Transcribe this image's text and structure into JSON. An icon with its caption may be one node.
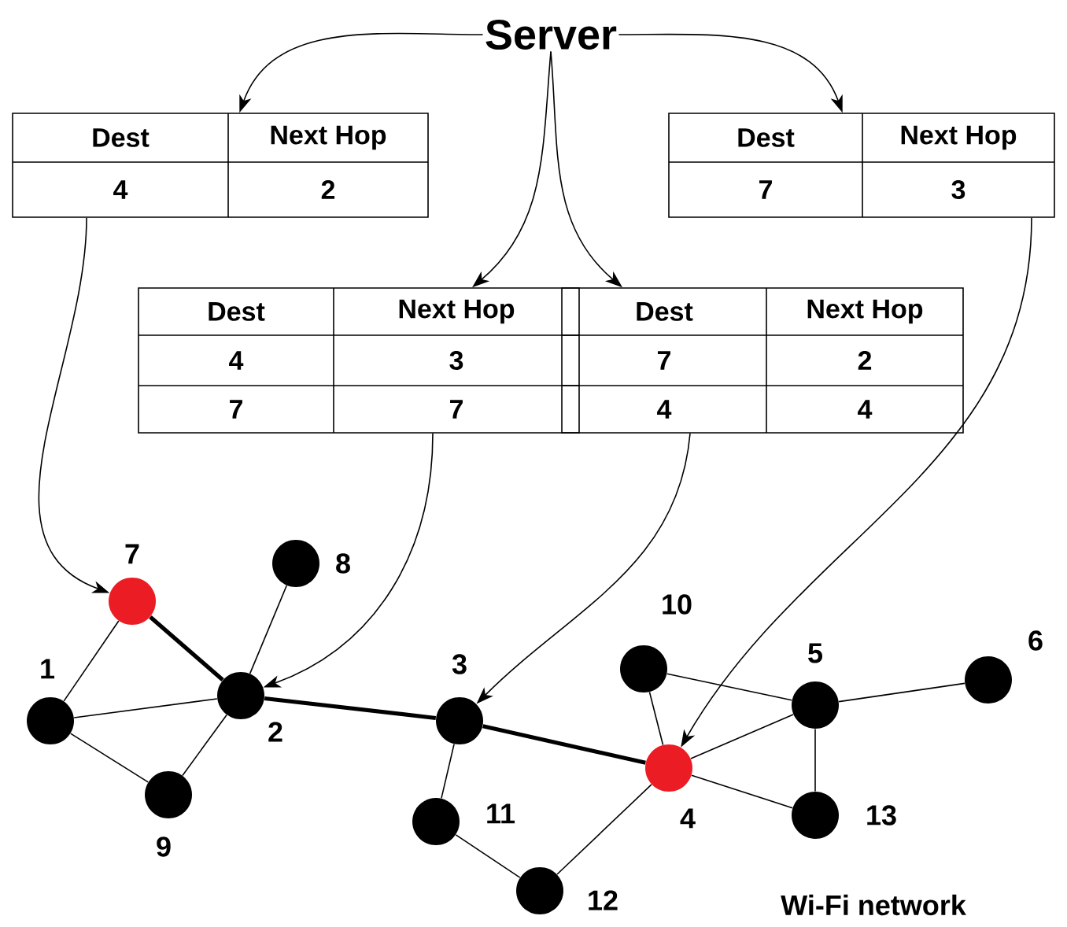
{
  "diagram": {
    "nodes": [
      {
        "text": [
          "Server"
        ]
      },
      {
        "text": [
          "Dest",
          "Next Hop",
          "4",
          "2"
        ]
      },
      {
        "text": [
          "Dest",
          "Next Hop",
          "4",
          "3",
          "7",
          "7"
        ]
      },
      {
        "text": [
          "Dest",
          "Next Hop",
          "7",
          "2",
          "4",
          "4"
        ]
      },
      {
        "text": [
          "Dest",
          "Next Hop",
          "7",
          "3"
        ]
      },
      {
        "text": [],
        "shape": "circle",
        "beside": [
          "7"
        ]
      },
      {
        "text": [],
        "shape": "circle",
        "beside": [
          "8"
        ]
      },
      {
        "text": [],
        "shape": "circle",
        "beside": [
          "1"
        ]
      },
      {
        "text": [],
        "shape": "circle",
        "beside": [
          "2"
        ]
      },
      {
        "text": [],
        "shape": "circle",
        "beside": [
          "9"
        ]
      },
      {
        "text": [],
        "shape": "circle",
        "beside": [
          "3"
        ]
      },
      {
        "text": [],
        "shape": "circle",
        "beside": [
          "11"
        ]
      },
      {
        "text": [],
        "shape": "circle",
        "beside": [
          "12"
        ]
      },
      {
        "text": [],
        "shape": "circle",
        "beside": [
          "10"
        ]
      },
      {
        "text": [],
        "shape": "circle",
        "beside": [
          "5"
        ]
      },
      {
        "text": [],
        "shape": "circle",
        "beside": [
          "6"
        ]
      },
      {
        "text": [],
        "shape": "circle",
        "beside": [
          "4"
        ]
      },
      {
        "text": [],
        "shape": "circle",
        "beside": [
          "13"
        ]
      }
    ],
    "edges": [
      {
        "from": 0,
        "to": 1,
        "arrow": "to"
      },
      {
        "from": 0,
        "to": 4,
        "arrow": "to"
      },
      {
        "from": 0,
        "to": 2,
        "arrow": "to"
      },
      {
        "from": 0,
        "to": 3,
        "arrow": "to"
      },
      {
        "from": 1,
        "to": 5,
        "arrow": "to"
      },
      {
        "from": 2,
        "to": 8,
        "arrow": "to"
      },
      {
        "from": 3,
        "to": 10,
        "arrow": "to"
      },
      {
        "from": 4,
        "to": 16,
        "arrow": "to"
      },
      {
        "from": 5,
        "to": 7,
        "arrow": "none"
      },
      {
        "from": 5,
        "to": 8,
        "arrow": "none",
        "style": "thick"
      },
      {
        "from": 7,
        "to": 8,
        "arrow": "none"
      },
      {
        "from": 7,
        "to": 9,
        "arrow": "none"
      },
      {
        "from": 9,
        "to": 8,
        "arrow": "none"
      },
      {
        "from": 6,
        "to": 8,
        "arrow": "none"
      },
      {
        "from": 8,
        "to": 10,
        "arrow": "none",
        "style": "thick"
      },
      {
        "from": 10,
        "to": 11,
        "arrow": "none"
      },
      {
        "from": 11,
        "to": 12,
        "arrow": "none"
      },
      {
        "from": 12,
        "to": 16,
        "arrow": "none"
      },
      {
        "from": 10,
        "to": 16,
        "arrow": "none",
        "style": "thick"
      },
      {
        "from": 13,
        "to": 16,
        "arrow": "none"
      },
      {
        "from": 13,
        "to": 14,
        "arrow": "none"
      },
      {
        "from": 14,
        "to": 16,
        "arrow": "none"
      },
      {
        "from": 14,
        "to": 15,
        "arrow": "none"
      },
      {
        "from": 14,
        "to": 17,
        "arrow": "none"
      },
      {
        "from": 16,
        "to": 17,
        "arrow": "none"
      }
    ],
    "labels": [
      "Wi-Fi network"
    ]
  }
}
